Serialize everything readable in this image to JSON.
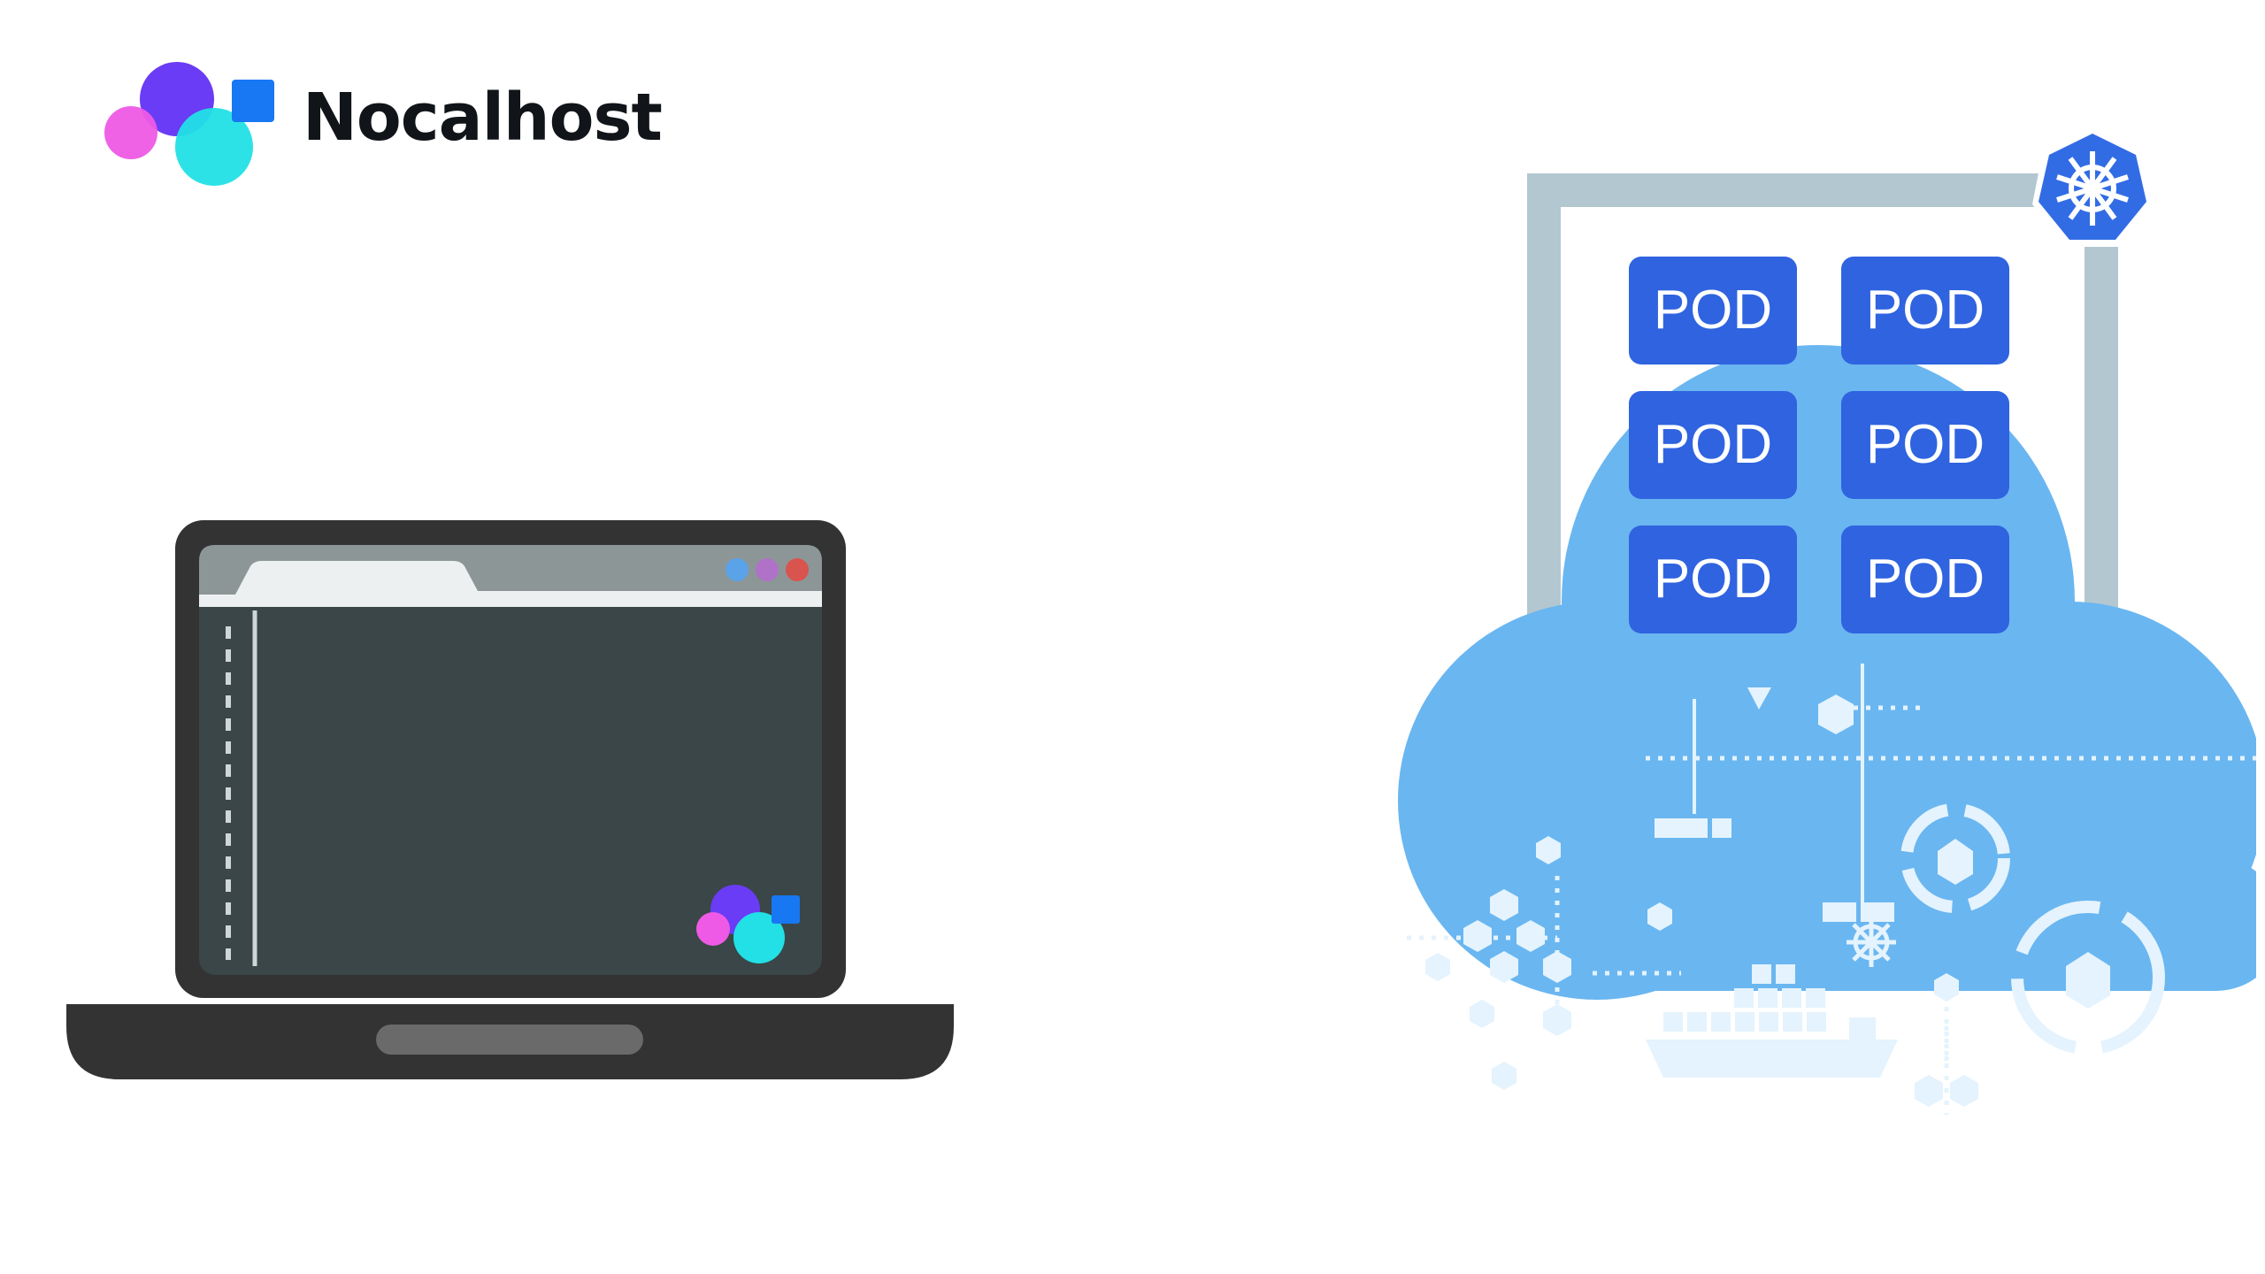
{
  "brand": {
    "name": "Nocalhost",
    "colors": {
      "purple": "#6a3cf5",
      "pink": "#ee5ae5",
      "cyan": "#22e0e6",
      "blue": "#1877f2"
    }
  },
  "laptop": {
    "screen_color": "#3a4647",
    "window_dots": [
      "#5aa3e8",
      "#b071c8",
      "#d9534f"
    ]
  },
  "cluster": {
    "icon": "kubernetes-helm-icon",
    "frame_color": "#b3c7d1",
    "pod_color": "#2f63e0",
    "pods": [
      {
        "label": "POD"
      },
      {
        "label": "POD"
      },
      {
        "label": "POD"
      },
      {
        "label": "POD"
      },
      {
        "label": "POD"
      },
      {
        "label": "POD"
      }
    ]
  },
  "cloud": {
    "color": "#6ab6f0",
    "icon": "cloud-containers-icon"
  }
}
